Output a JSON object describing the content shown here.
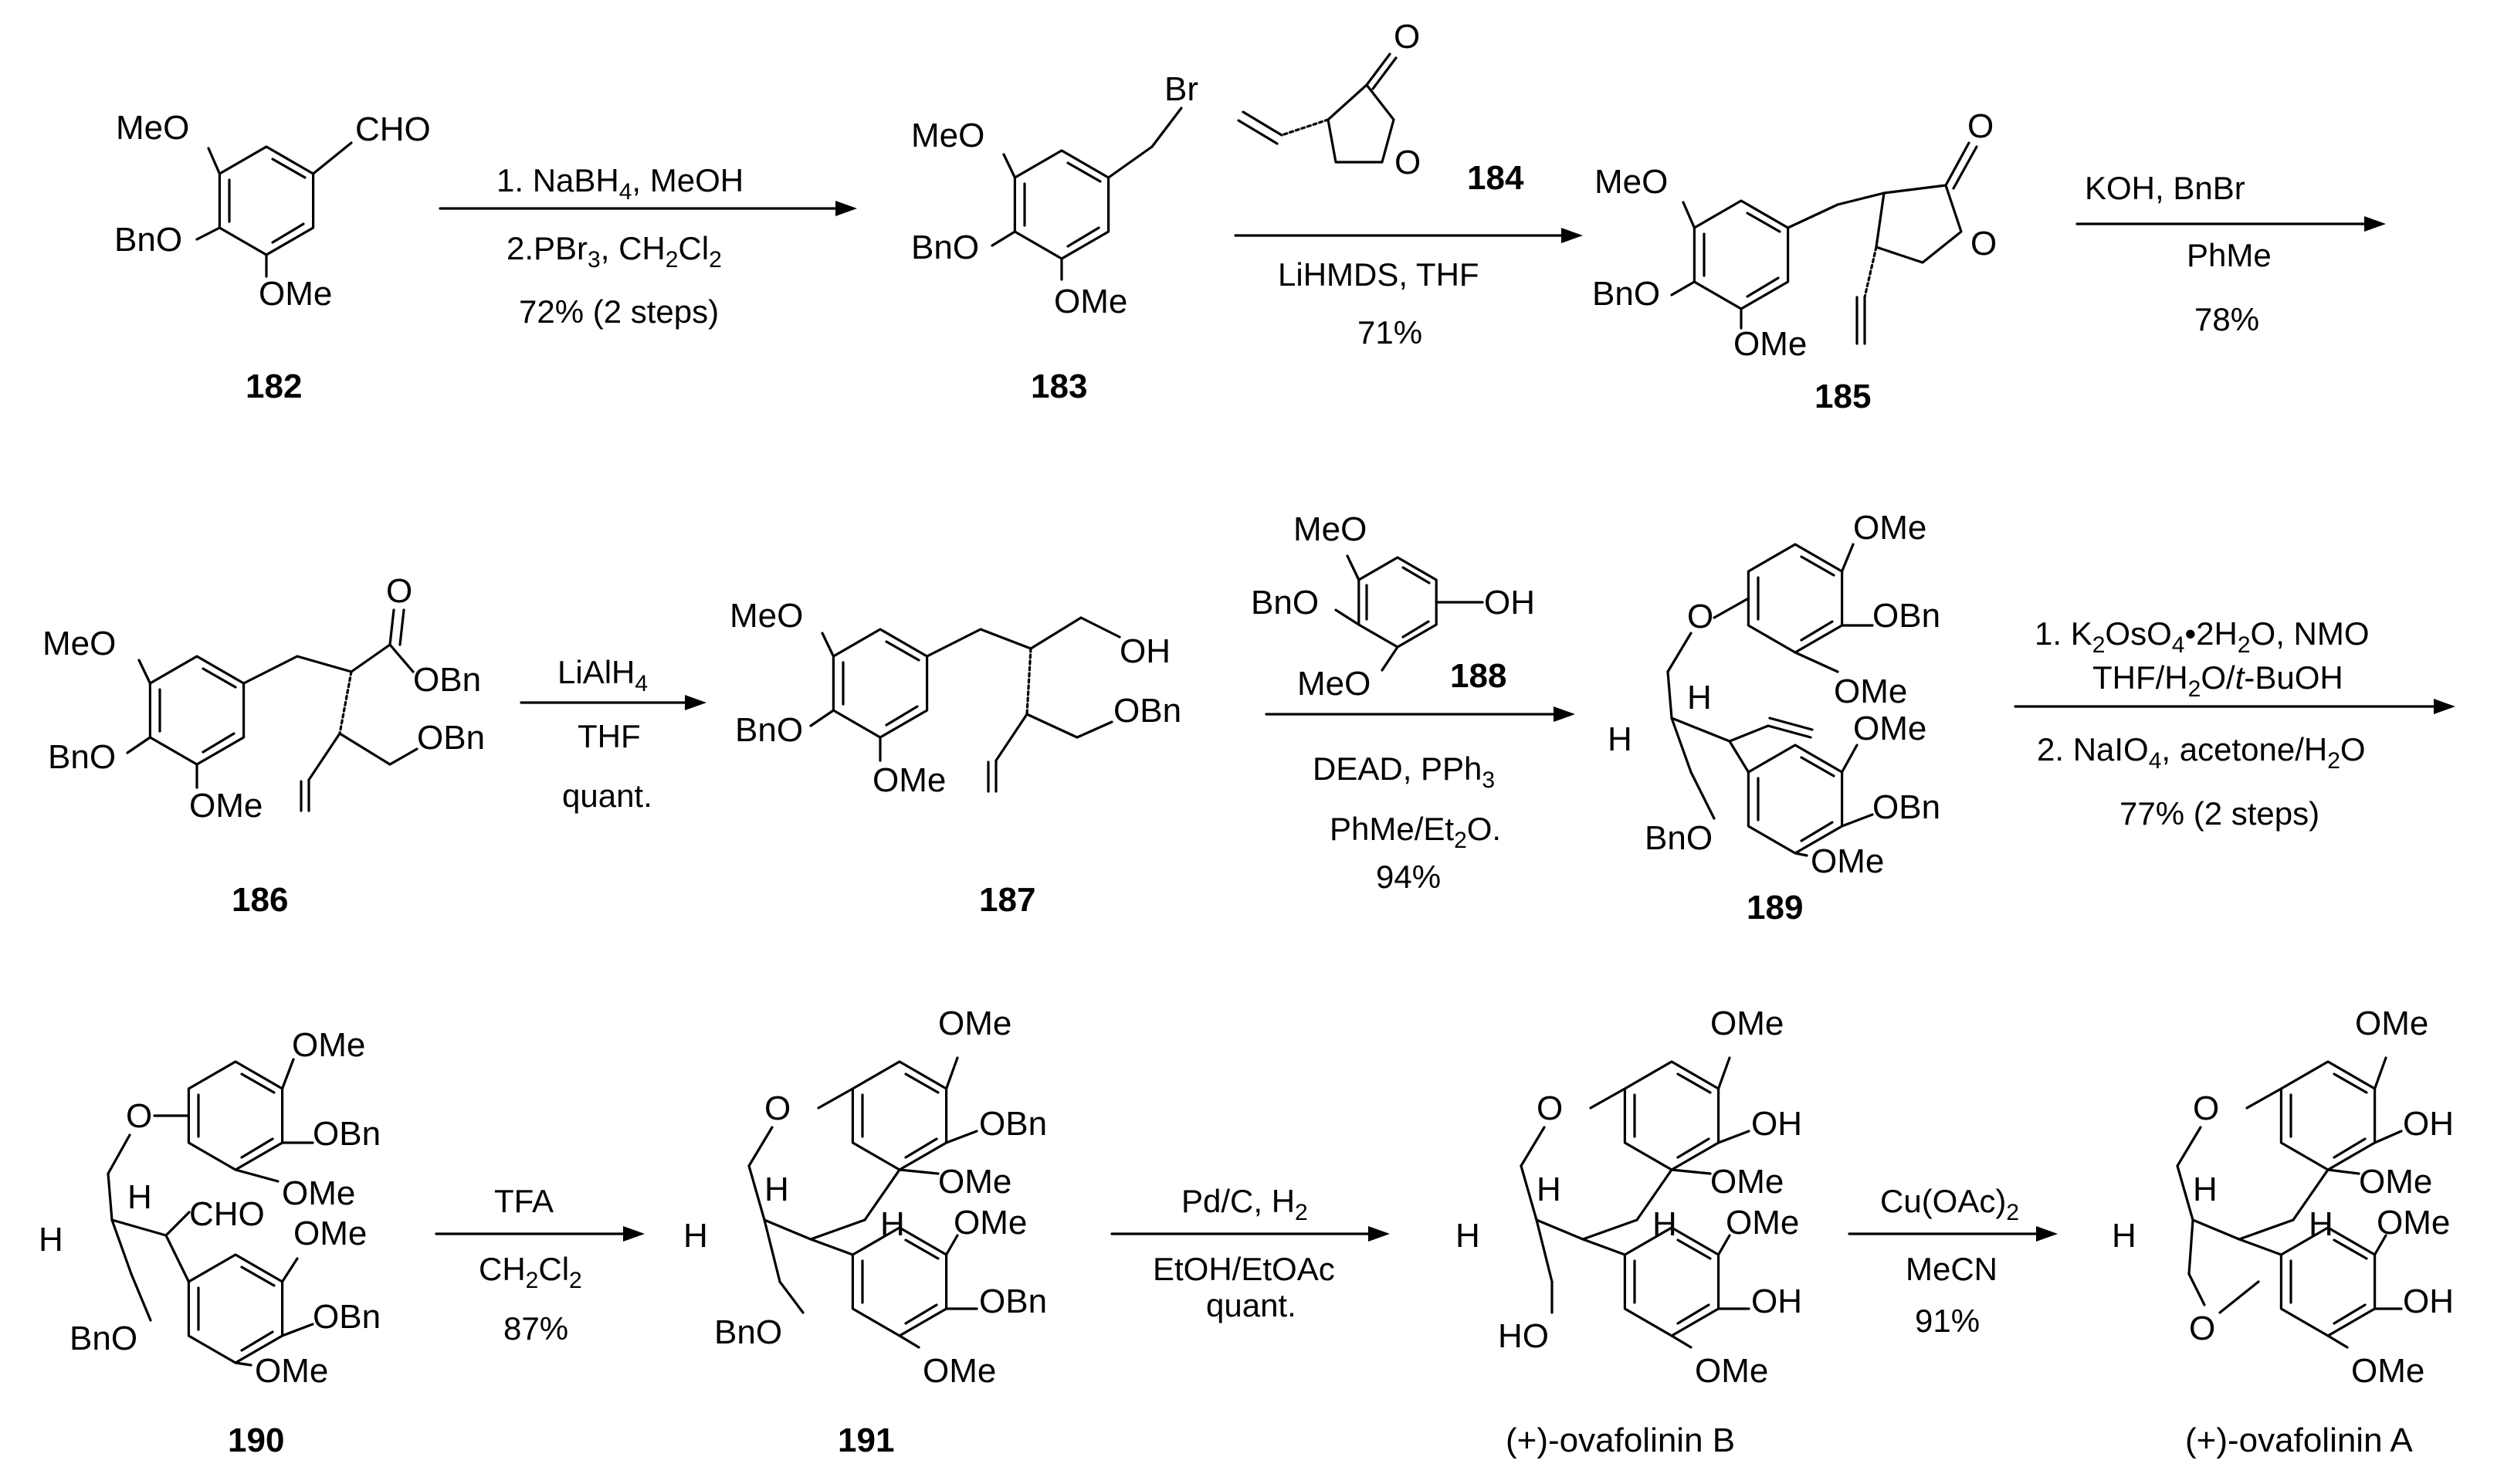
{
  "compounds": {
    "c182": {
      "number": "182",
      "labels": {
        "cho": "CHO",
        "meo": "MeO",
        "bno": "BnO",
        "ome": "OMe"
      }
    },
    "c183": {
      "number": "183",
      "labels": {
        "br": "Br",
        "meo": "MeO",
        "bno": "BnO",
        "ome": "OMe"
      }
    },
    "c184": {
      "number": "184",
      "labels": {
        "o_carbonyl": "O",
        "o_ring": "O"
      }
    },
    "c185": {
      "number": "185",
      "labels": {
        "o_carbonyl": "O",
        "o_ring": "O",
        "meo": "MeO",
        "bno": "BnO",
        "ome": "OMe"
      }
    },
    "c186": {
      "number": "186",
      "labels": {
        "o_carbonyl": "O",
        "obn_ester": "OBn",
        "obn_ether": "OBn",
        "meo": "MeO",
        "bno": "BnO",
        "ome": "OMe"
      }
    },
    "c187": {
      "number": "187",
      "labels": {
        "oh": "OH",
        "obn": "OBn",
        "meo": "MeO",
        "bno": "BnO",
        "ome": "OMe"
      }
    },
    "c188": {
      "number": "188",
      "labels": {
        "meo_top": "MeO",
        "bno": "BnO",
        "oh": "OH",
        "meo_bottom": "MeO"
      }
    },
    "c189": {
      "number": "189",
      "labels": {
        "o": "O",
        "ome1": "OMe",
        "obn1": "OBn",
        "ome2": "OMe",
        "h1": "H",
        "h2": "H",
        "ome3": "OMe",
        "obn2": "OBn",
        "ome4": "OMe",
        "bno": "BnO"
      }
    },
    "c190": {
      "number": "190",
      "labels": {
        "o": "O",
        "ome1": "OMe",
        "obn1": "OBn",
        "ome2": "OMe",
        "h1": "H",
        "h2": "H",
        "cho": "CHO",
        "ome3": "OMe",
        "obn2": "OBn",
        "ome4": "OMe",
        "bno": "BnO"
      }
    },
    "c191": {
      "number": "191",
      "labels": {
        "o": "O",
        "ome1": "OMe",
        "obn1": "OBn",
        "ome2": "OMe",
        "h1": "H",
        "h2": "H",
        "h3": "H",
        "ome3": "OMe",
        "obn2": "OBn",
        "ome4": "OMe",
        "bno": "BnO"
      }
    },
    "ovB": {
      "name": "(+)-ovafolinin B",
      "labels": {
        "o": "O",
        "ome1": "OMe",
        "oh1": "OH",
        "ome2": "OMe",
        "h1": "H",
        "h2": "H",
        "h3": "H",
        "ome3": "OMe",
        "oh2": "OH",
        "ome4": "OMe",
        "ho": "HO"
      }
    },
    "ovA": {
      "name": "(+)-ovafolinin A",
      "labels": {
        "o": "O",
        "ome1": "OMe",
        "oh1": "OH",
        "ome2": "OMe",
        "h1": "H",
        "h2": "H",
        "h3": "H",
        "ome3": "OMe",
        "oh2": "OH",
        "ome4": "OMe",
        "o_bridge": "O"
      }
    }
  },
  "reactions": {
    "r1": {
      "line1": "1. NaBH",
      "line1_sub": "4",
      "line1_tail": ", MeOH",
      "line2": "2.PBr",
      "line2_sub": "3",
      "line2_tail": ", CH",
      "line2_sub2": "2",
      "line2_cl": "Cl",
      "line2_sub3": "2",
      "line3": "72% (2 steps)"
    },
    "r2": {
      "reagent_number": "184",
      "line1": "LiHMDS, THF",
      "line2": "71%"
    },
    "r3": {
      "line1": "KOH, BnBr",
      "line2": "PhMe",
      "line3": "78%"
    },
    "r4": {
      "line1": "LiAlH",
      "line1_sub": "4",
      "line2": "THF",
      "line3": "quant."
    },
    "r5": {
      "reagent_number": "188",
      "line1": "DEAD, PPh",
      "line1_sub": "3",
      "line2": "PhMe/Et",
      "line2_sub": "2",
      "line2_tail": "O.",
      "line3": "94%"
    },
    "r6": {
      "line1": "1. K",
      "line1_sub1": "2",
      "line1_mid": "OsO",
      "line1_sub2": "4",
      "line1_tail": "•2H",
      "line1_sub3": "2",
      "line1_end": "O, NMO",
      "line2": "THF/H",
      "line2_sub": "2",
      "line2_mid": "O/",
      "line2_it": "t",
      "line2_tail": "-BuOH",
      "line3": "2. NaIO",
      "line3_sub": "4",
      "line3_tail": ", acetone/H",
      "line3_sub2": "2",
      "line3_end": "O",
      "line4": "77% (2 steps)"
    },
    "r7": {
      "line1": "TFA",
      "line2": "CH",
      "line2_sub": "2",
      "line2_cl": "Cl",
      "line2_sub2": "2",
      "line3": "87%"
    },
    "r8": {
      "line1": "Pd/C, H",
      "line1_sub": "2",
      "line2": "EtOH/EtOAc",
      "line3": "quant."
    },
    "r9": {
      "line1": "Cu(OAc)",
      "line1_sub": "2",
      "line2": "MeCN",
      "line3": "91%"
    }
  }
}
